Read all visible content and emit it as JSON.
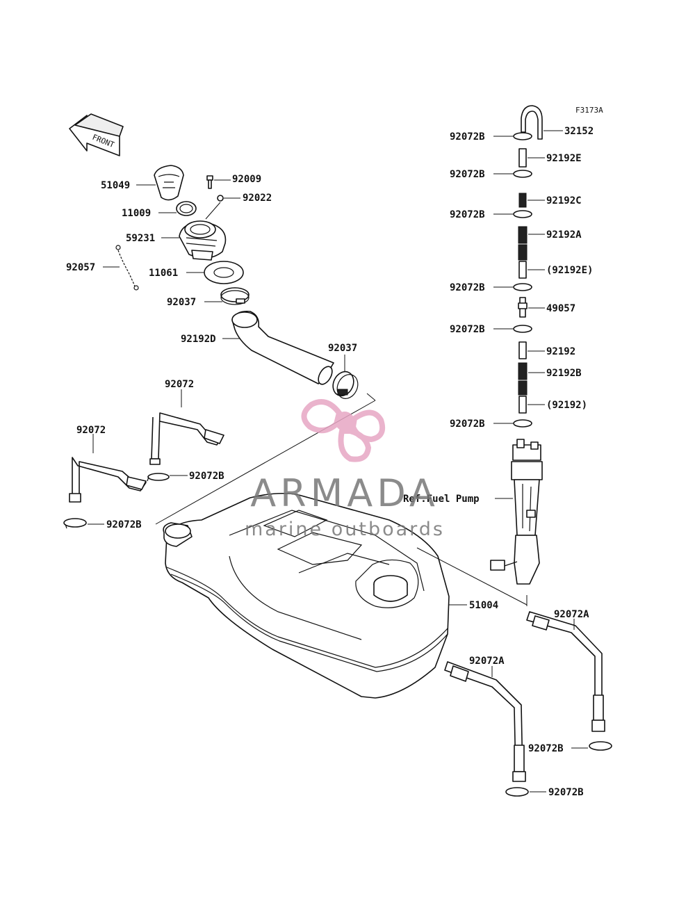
{
  "diagram": {
    "ref_code": "F3173A",
    "front_label": "FRONT",
    "reference_note": "Ref.Fuel Pump",
    "colors": {
      "ink": "#111111",
      "watermark_pink": "#e7a6c4",
      "watermark_gray": "#777777"
    },
    "labels": {
      "l51049": "51049",
      "l92009": "92009",
      "l92022": "92022",
      "l11009": "11009",
      "l59231": "59231",
      "l92057": "92057",
      "l11061": "11061",
      "l92037a": "92037",
      "l92192D": "92192D",
      "l92037b": "92037",
      "l92072a": "92072",
      "l92072b": "92072",
      "l92072B_1": "92072B",
      "l92072B_2": "92072B",
      "l51004": "51004",
      "r92072B_1": "92072B",
      "r32152": "32152",
      "r92192E": "92192E",
      "r92072B_2": "92072B",
      "r92192C": "92192C",
      "r92072B_3": "92072B",
      "r92192A": "92192A",
      "r92192E_ref": "(92192E)",
      "r92072B_4": "92072B",
      "r49057": "49057",
      "r92072B_5": "92072B",
      "r92192": "92192",
      "r92192B": "92192B",
      "r92192_ref": "(92192)",
      "r92072B_6": "92072B",
      "s92072A_1": "92072A",
      "s92072A_2": "92072A",
      "s92072B_1": "92072B",
      "s92072B_2": "92072B"
    }
  },
  "watermark": {
    "brand": "ARMADA",
    "tagline": "marine outboards",
    "icon": "propeller-icon"
  }
}
